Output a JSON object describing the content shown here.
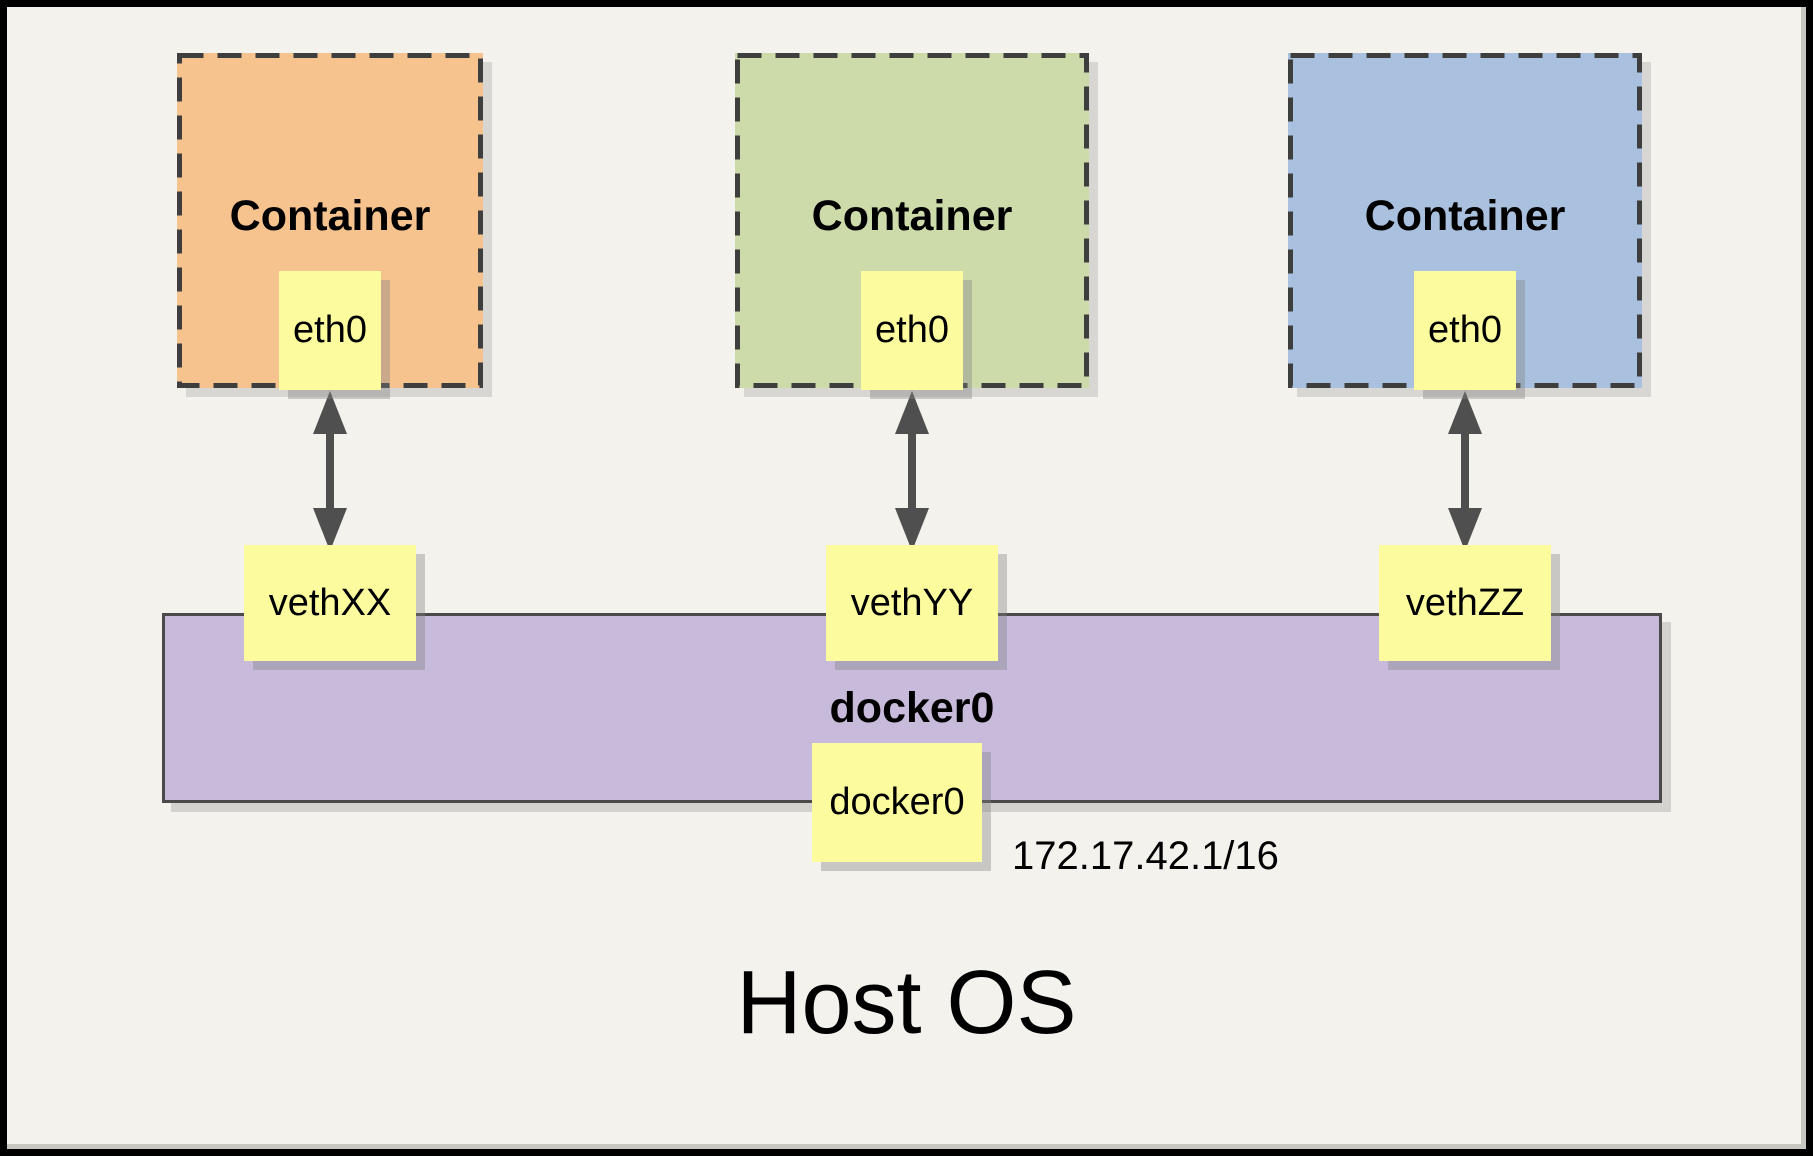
{
  "containers": [
    {
      "title": "Container",
      "eth": "eth0",
      "veth": "vethXX",
      "fill": "#F6C28E"
    },
    {
      "title": "Container",
      "eth": "eth0",
      "veth": "vethYY",
      "fill": "#CDDBAB"
    },
    {
      "title": "Container",
      "eth": "eth0",
      "veth": "vethZZ",
      "fill": "#A9C0DE"
    }
  ],
  "bridge": {
    "label": "docker0",
    "node": "docker0",
    "ip": "172.17.42.1/16",
    "fill": "#C7BADB"
  },
  "host_label": "Host OS",
  "colors": {
    "background": "#F4F2EC",
    "node_fill": "#FCFC9E",
    "arrow": "#4F4F4F",
    "dashed_border": "#3E3E3E",
    "bridge_border": "#4A4A4A",
    "frame": "#000000"
  }
}
